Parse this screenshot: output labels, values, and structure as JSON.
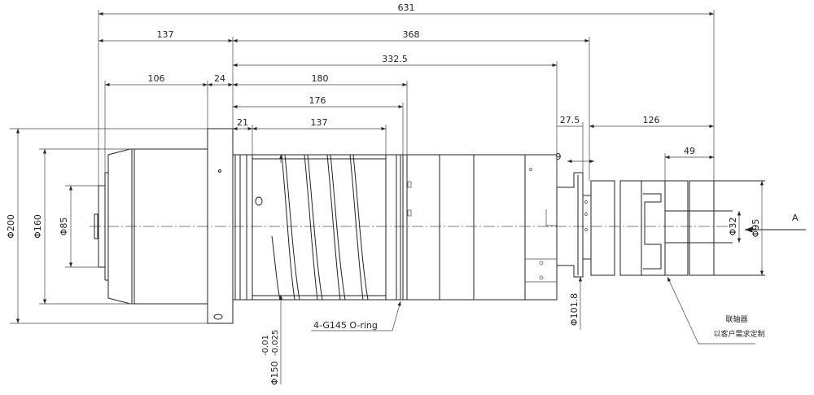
{
  "drawing": {
    "dims_horizontal": {
      "overall": "631",
      "rear_to_flange": "137",
      "flange_to_coupling": "368",
      "flange_to_nose": "332.5",
      "rear_body": "106",
      "flange_thickness": "24",
      "flange_to_body_end": "180",
      "flange_to_oring_end": "176",
      "oring_offset": "21",
      "thread_length": "137",
      "nose_length": "27.5",
      "coupling_length": "126",
      "nose_step": "9",
      "coupling_end": "49"
    },
    "dims_diameter": {
      "d200": "Φ200",
      "d160": "Φ160",
      "d85": "Φ85",
      "d32": "Φ32",
      "d95": "Φ95",
      "d101_8": "Φ101.8",
      "d150": "Φ150",
      "d150_tol_upper": "-0.01",
      "d150_tol_lower": "-0.025"
    },
    "notes": {
      "oring": "4-G145 O-ring",
      "coupling_title": "联轴器",
      "coupling_note": "以客户需求定制",
      "view_label": "A"
    }
  }
}
